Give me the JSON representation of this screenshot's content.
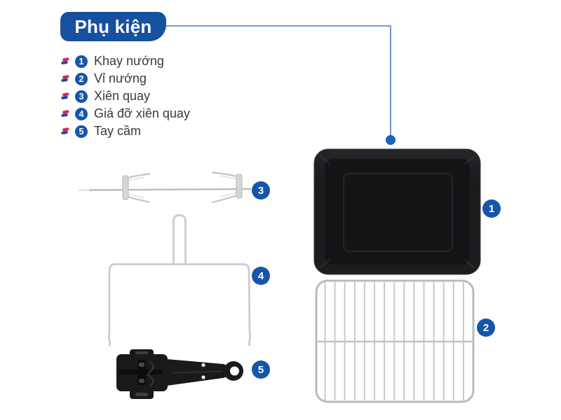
{
  "title": "Phụ kiện",
  "items": [
    {
      "num": "1",
      "label": "Khay nướng"
    },
    {
      "num": "2",
      "label": "Vỉ nướng"
    },
    {
      "num": "3",
      "label": "Xiên quay"
    },
    {
      "num": "4",
      "label": "Giá đỡ xiên quay"
    },
    {
      "num": "5",
      "label": "Tay cầm"
    }
  ],
  "icons": {
    "legend_bullet": "two-tone-ribbon-bullet-icon"
  },
  "colors": {
    "title_box_blue": "#17509f",
    "badge_blue": "#1556a8",
    "connector_line_blue": "#4a7ec2",
    "connector_dot_blue": "#1d63b8",
    "bullet_red": "#d6275a",
    "bullet_blue": "#1f4f9e",
    "legend_text": "#3a3a3a",
    "tray_black": "#1a1a1c",
    "wire_gray": "#c7cacf"
  }
}
